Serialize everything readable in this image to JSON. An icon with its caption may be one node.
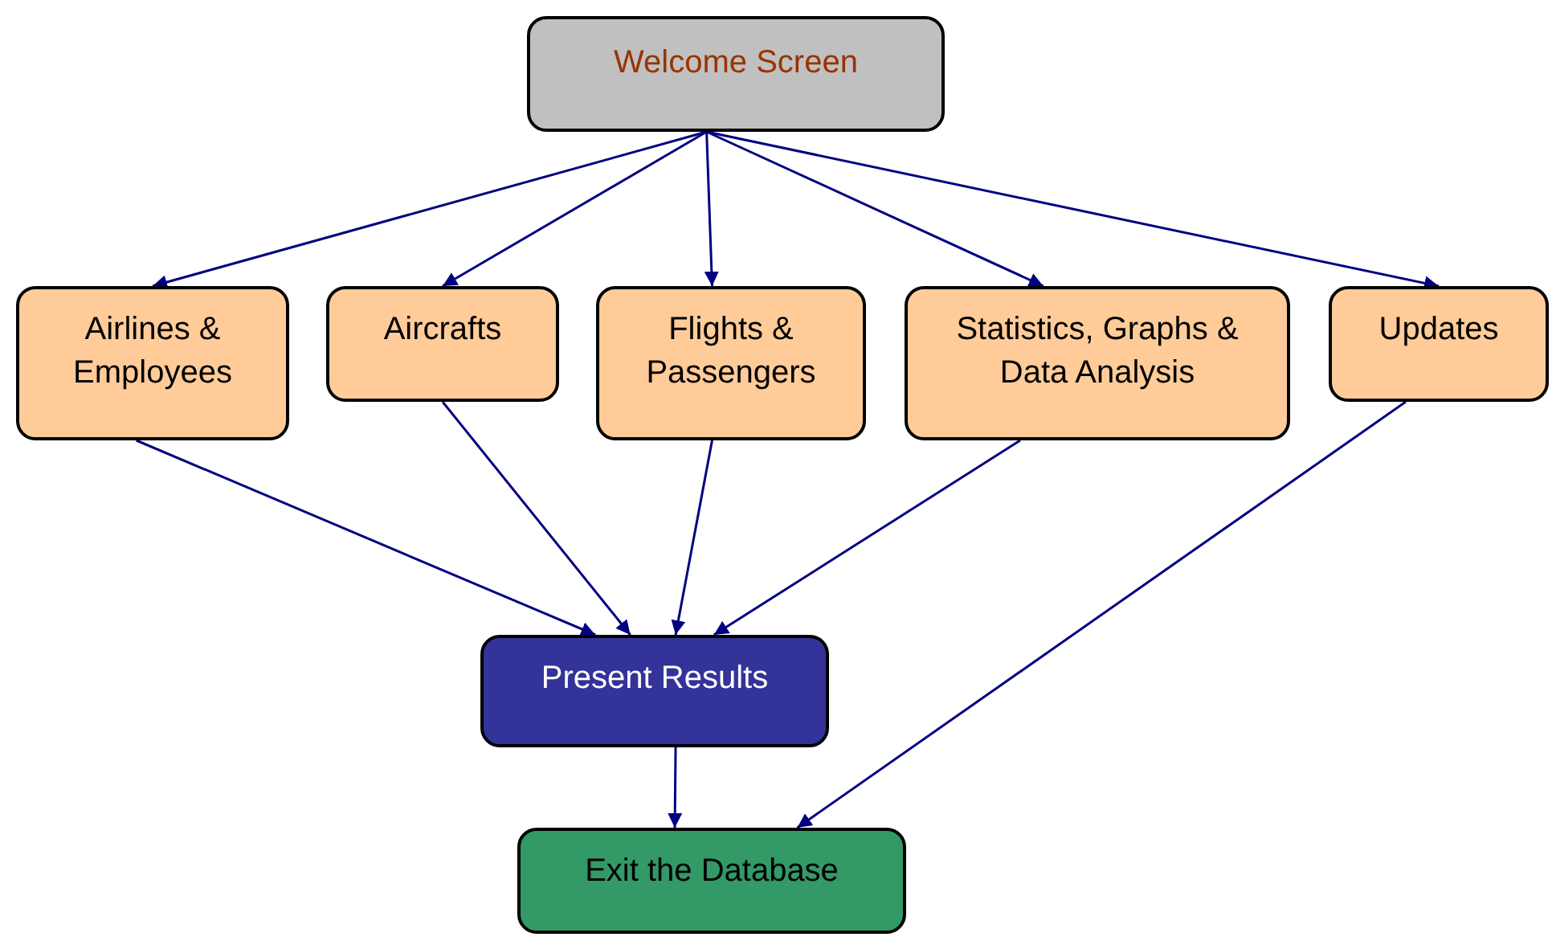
{
  "diagram": {
    "nodes": [
      {
        "text": [
          "Welcome Screen"
        ]
      },
      {
        "text": [
          "Airlines & Employees"
        ]
      },
      {
        "text": [
          "Aircrafts"
        ]
      },
      {
        "text": [
          "Flights & Passengers"
        ]
      },
      {
        "text": [
          "Statistics, Graphs & Data Analysis"
        ]
      },
      {
        "text": [
          "Updates"
        ]
      },
      {
        "text": [
          "Present Results"
        ]
      },
      {
        "text": [
          "Exit the Database"
        ]
      }
    ],
    "edges": [
      {
        "from": 0,
        "to": 1,
        "arrow": "to"
      },
      {
        "from": 0,
        "to": 2,
        "arrow": "to"
      },
      {
        "from": 0,
        "to": 3,
        "arrow": "to"
      },
      {
        "from": 0,
        "to": 4,
        "arrow": "to"
      },
      {
        "from": 0,
        "to": 5,
        "arrow": "to"
      },
      {
        "from": 1,
        "to": 6,
        "arrow": "to"
      },
      {
        "from": 2,
        "to": 6,
        "arrow": "to"
      },
      {
        "from": 3,
        "to": 6,
        "arrow": "to"
      },
      {
        "from": 4,
        "to": 6,
        "arrow": "to"
      },
      {
        "from": 5,
        "to": 7,
        "arrow": "to"
      },
      {
        "from": 6,
        "to": 7,
        "arrow": "to"
      }
    ]
  }
}
